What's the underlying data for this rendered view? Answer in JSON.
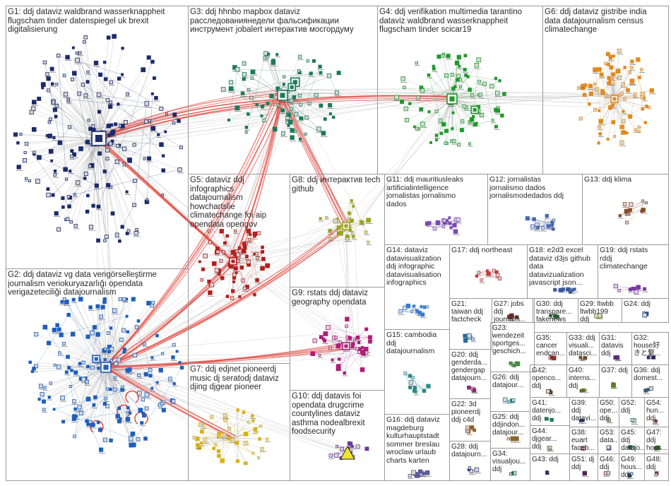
{
  "colors": {
    "background": "#ffffff",
    "cell_border": "#9a9a9a",
    "label_text": "#2a2a2a",
    "edge_gray": "#b8b8b8",
    "edge_red": "#e0352b"
  },
  "groups": [
    {
      "id": "G1",
      "label": "G1: ddj dataviz waldbrand wasserknappheit\nflugscham tinder datenspiegel uk brexit\ndigitalisierung",
      "color": "#1c2b6b",
      "node_count": 190
    },
    {
      "id": "G2",
      "label": "G2: ddj dataviz vg data verigörselleştirme\njournalism veriokuryazarlığı opendata\nverigazeteciliği datajournalism",
      "color": "#1f5fbf",
      "node_count": 170
    },
    {
      "id": "G3",
      "label": "G3: ddj hhnbo mapbox dataviz\nрасследованиянедели фальсификации\nинструмент jobalert интерактив мосгордуму",
      "color": "#1d7a5a",
      "node_count": 85
    },
    {
      "id": "G4",
      "label": "G4: ddj verifikation multimedia tarantino\ndataviz waldbrand wasserknappheit\nflugscham tinder scicar19",
      "color": "#1e9a2c",
      "node_count": 90
    },
    {
      "id": "G5",
      "label": "G5: dataviz ddj\ninfographics\ndatajournalism\nhowchartslie\nclimatechange foi aip\nopendata opengov",
      "color": "#b3201e",
      "node_count": 70
    },
    {
      "id": "G6",
      "label": "G6: ddj dataviz gistribe india\ndata datajournalism census\nclimatechange",
      "color": "#e08a1e",
      "node_count": 80
    },
    {
      "id": "G7",
      "label": "G7: ddj edjnet pioneerdj\nmusic dj seratodj dataviz\ndjing djgear pioneer",
      "color": "#d9b21a",
      "node_count": 44
    },
    {
      "id": "G8",
      "label": "G8: ddj интерактив tech\ngithub",
      "color": "#9aa61f",
      "node_count": 26
    },
    {
      "id": "G9",
      "label": "G9: rstats ddj dataviz\ngeography opendata",
      "color": "#b01c7a",
      "node_count": 42
    },
    {
      "id": "G10",
      "label": "G10: ddj datavis foi\nopendata drugcrime\ncountylines dataviz\nasthma nodealbrexit\nfoodsecurity",
      "color": "#6a3a9a",
      "node_count": 14
    },
    {
      "id": "G11",
      "label": "G11: ddj mauritiusleaks\nartificialintelligence\njornalistas jornalismo\ndados",
      "color": "#7a4ab8",
      "node_count": 18
    },
    {
      "id": "G12",
      "label": "G12: jornalistas\njornalismo dados\njornalismodedados ddj",
      "color": "#4a6ab0",
      "node_count": 14
    },
    {
      "id": "G13",
      "label": "G13: ddj klima",
      "color": "#8a4a2a",
      "node_count": 12
    },
    {
      "id": "G14",
      "label": "G14: dataviz\ndatavisualization\nddj infographic\ndatavisualisation\ninfographics",
      "color": "#3a7ad0",
      "node_count": 12
    },
    {
      "id": "G15",
      "label": "G15: cambodia\nddj\ndatajournalism",
      "color": "#2a8a8a",
      "node_count": 10
    },
    {
      "id": "G16",
      "label": "G16: ddj dataviz\nmagdeburg\nkulturhauptstadt\nsommer breslau\nwroclaw urlaub\ncharts karten",
      "color": "#5a5a9a",
      "node_count": 10
    },
    {
      "id": "G17",
      "label": "G17: ddj northeast",
      "color": "#c03a3a",
      "node_count": 10
    },
    {
      "id": "G18",
      "label": "G18: e2d3 excel\ndataviz d3js github\ndata\ndatavizualization\njavascript json...",
      "color": "#3a5aa0",
      "node_count": 10
    },
    {
      "id": "G19",
      "label": "G19: ddj rstats\nrddj\nclimatechange",
      "color": "#7a3aa0",
      "node_count": 8
    },
    {
      "id": "G20",
      "label": "G20: ddj\ngenderda...\ngendergap\ndatajourn...",
      "color": "#8a2a6a",
      "node_count": 6
    },
    {
      "id": "G21",
      "label": "G21:\ntaiwan ddj\nfactcheck",
      "color": "#2a6a9a",
      "node_count": 6
    },
    {
      "id": "G22",
      "label": "G22: 3d\npioneerdj\nddj c4d",
      "color": "#9a5a2a",
      "node_count": 5
    },
    {
      "id": "G23",
      "label": "G23:\nwendezeit\nsportges...\ngeschich...",
      "color": "#4a8a4a",
      "node_count": 5
    },
    {
      "id": "G24",
      "label": "G24: ddj",
      "color": "#2a4a8a",
      "node_count": 4
    },
    {
      "id": "G25",
      "label": "G25: ddj\nddjindon...\ndatajour...",
      "color": "#8a6a2a",
      "node_count": 4
    },
    {
      "id": "G26",
      "label": "G26: ddj\ndatajour...",
      "color": "#2a7a7a",
      "node_count": 4
    },
    {
      "id": "G27",
      "label": "G27: jobs\nddj\njournalis...",
      "color": "#6a2a2a",
      "node_count": 4
    },
    {
      "id": "G28",
      "label": "G28: ddj\ndatajourn...",
      "color": "#3a3a7a",
      "node_count": 4
    },
    {
      "id": "G29",
      "label": "G29: ltwbb\nltwbb199\nddj",
      "color": "#7a7a2a",
      "node_count": 4
    },
    {
      "id": "G30",
      "label": "G30: ddj\ntranspare...\nfakenews",
      "color": "#2a5a3a",
      "node_count": 4
    },
    {
      "id": "G31",
      "label": "G31:\ndatavis\nddj",
      "color": "#5a2a7a",
      "node_count": 3
    },
    {
      "id": "G32",
      "label": "G32:\nhouse好\nきと繋...",
      "color": "#2a2a5a",
      "node_count": 3
    },
    {
      "id": "G33",
      "label": "G33: ddj\nvisuali...\ndatasci...",
      "color": "#6a4a2a",
      "node_count": 3
    },
    {
      "id": "G34",
      "label": "G34:\nvisualjou...\nddj",
      "color": "#2a6a4a",
      "node_count": 3
    },
    {
      "id": "G35",
      "label": "G35:\ncancer\nendcan...",
      "color": "#8a2a2a",
      "node_count": 3
    },
    {
      "id": "G36",
      "label": "G36: ddj\ndomest...",
      "color": "#3a5a7a",
      "node_count": 3
    },
    {
      "id": "G37",
      "label": "G37: ddj\n",
      "color": "#5a7a2a",
      "node_count": 3
    },
    {
      "id": "G38",
      "label": "G38:\neuart\nfaceb...",
      "color": "#7a2a5a",
      "node_count": 3
    },
    {
      "id": "G39",
      "label": "G39:\nddj\ndatavi...",
      "color": "#2a3a6a",
      "node_count": 3
    },
    {
      "id": "G40",
      "label": "G40:\ninterns...\nddj",
      "color": "#6a6a2a",
      "node_count": 3
    },
    {
      "id": "G41",
      "label": "G41:\ndatenjo...\nddj",
      "color": "#2a7a5a",
      "node_count": 3
    },
    {
      "id": "G42",
      "label": "G42:\nopenco...\nddj",
      "color": "#5a3a2a",
      "node_count": 3
    },
    {
      "id": "G43",
      "label": "G43: ddj",
      "color": "#3a2a6a",
      "node_count": 2
    },
    {
      "id": "G44",
      "label": "G44:\ndjgear...\nddj",
      "color": "#7a5a3a",
      "node_count": 2
    },
    {
      "id": "G45",
      "label": "G45:\nddj\ndatajo...",
      "color": "#2a5a5a",
      "node_count": 2
    },
    {
      "id": "G46",
      "label": "G46:\nddj",
      "color": "#5a2a3a",
      "node_count": 2
    },
    {
      "id": "G47",
      "label": "G47:\nddj\nhous...",
      "color": "#3a6a2a",
      "node_count": 2
    },
    {
      "id": "G48",
      "label": "G48:\nddj",
      "color": "#6a3a5a",
      "node_count": 2
    },
    {
      "id": "G49",
      "label": "G49:\nhous...\nddj",
      "color": "#2a4a6a",
      "node_count": 2
    },
    {
      "id": "G50",
      "label": "G50:\nope...\nddj",
      "color": "#6a5a2a",
      "node_count": 2
    },
    {
      "id": "G51",
      "label": "G51: dj\nddj",
      "color": "#4a2a5a",
      "node_count": 2
    },
    {
      "id": "G52",
      "label": "G52:\nddj",
      "color": "#2a6a6a",
      "node_count": 2
    },
    {
      "id": "G53",
      "label": "G53:\ndata...",
      "color": "#5a4a7a",
      "node_count": 2
    },
    {
      "id": "G54",
      "label": "G54:\nhun...\nddj",
      "color": "#7a3a3a",
      "node_count": 2
    }
  ]
}
